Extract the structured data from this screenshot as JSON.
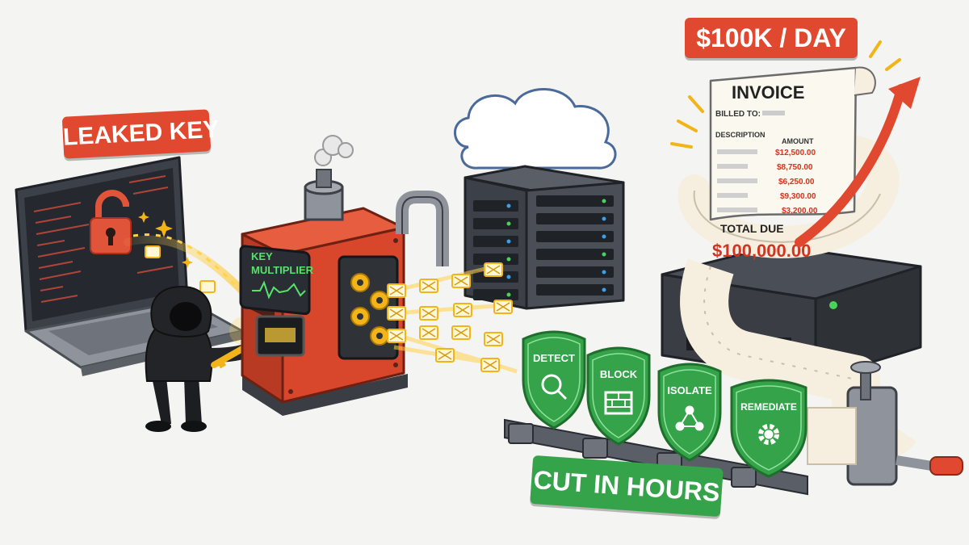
{
  "labels": {
    "leaked_key": "LEAKED KEY",
    "cost_per_day": "$100K / DAY",
    "cut_in_hours": "CUT IN HOURS"
  },
  "machine": {
    "line1": "KEY",
    "line2": "MULTIPLIER"
  },
  "invoice": {
    "title": "INVOICE",
    "billed_to": "BILLED TO:",
    "col_description": "DESCRIPTION",
    "col_amount": "AMOUNT",
    "amounts": [
      "$12,500.00",
      "$8,750.00",
      "$6,250.00",
      "$9,300.00",
      "$3,200.00"
    ],
    "total_label": "TOTAL DUE",
    "total_value": "$100,000.00"
  },
  "shields": [
    {
      "label": "DETECT",
      "icon": "magnifier-icon"
    },
    {
      "label": "BLOCK",
      "icon": "brick-wall-icon"
    },
    {
      "label": "ISOLATE",
      "icon": "network-icon"
    },
    {
      "label": "REMEDIATE",
      "icon": "gear-icon"
    }
  ],
  "colors": {
    "alert_red": "#e0492f",
    "shield_green": "#35a34a",
    "key_gold": "#f2b418",
    "machine_red": "#d8472c"
  }
}
